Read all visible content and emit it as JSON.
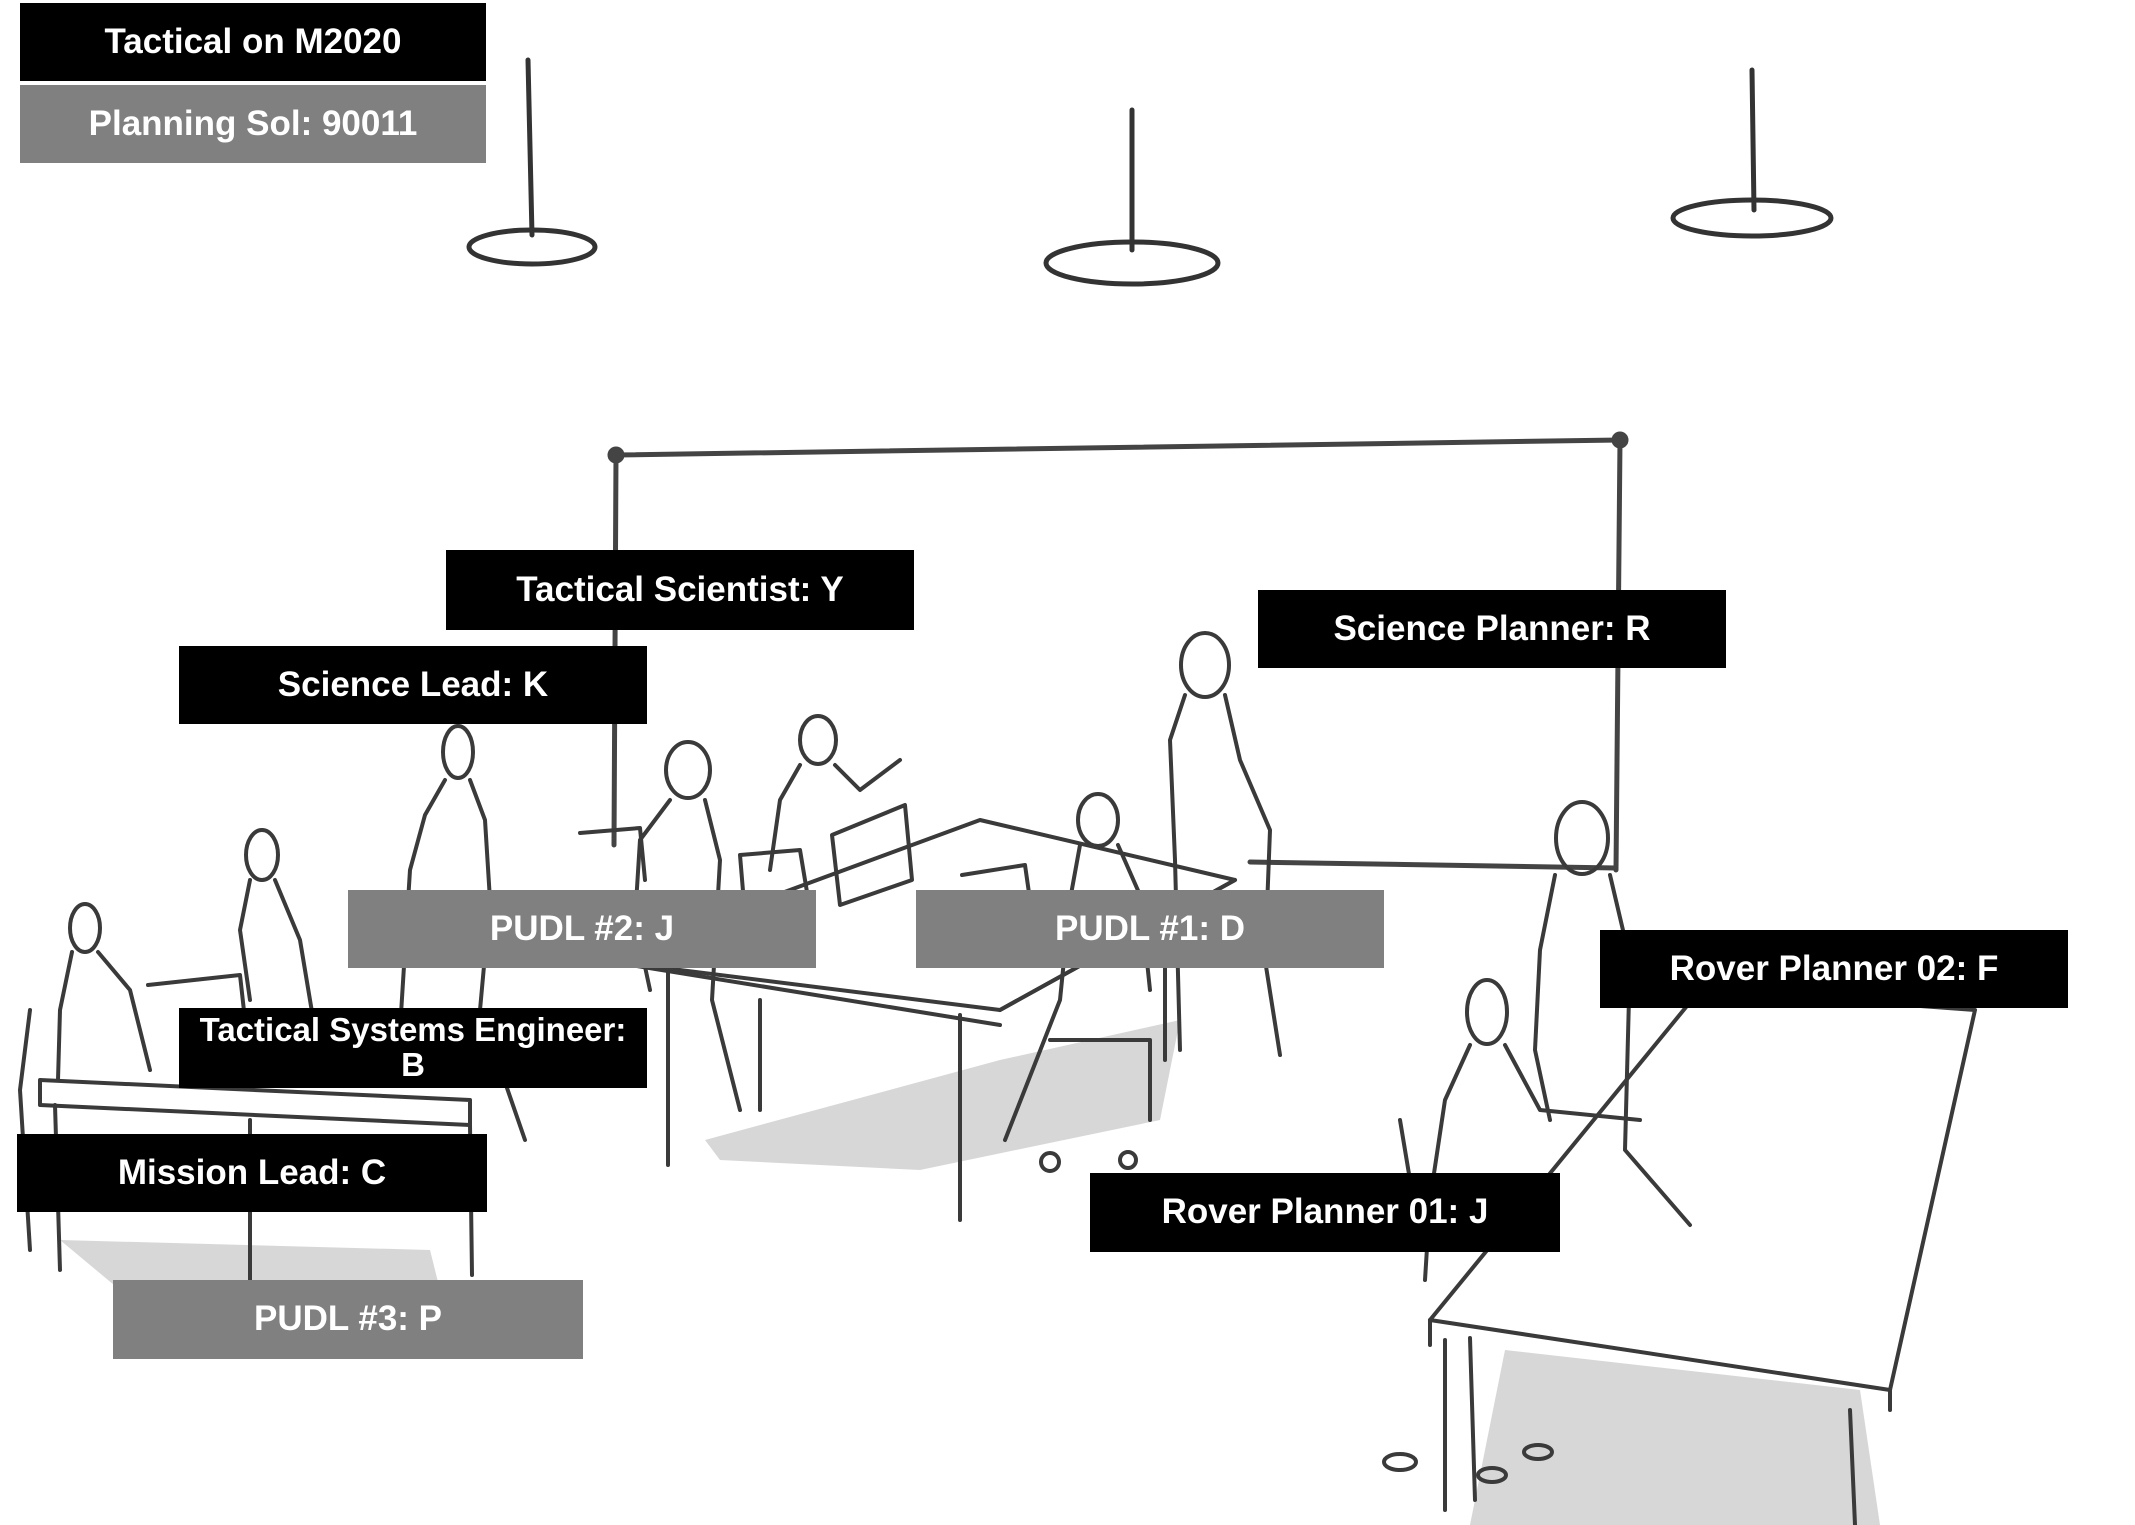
{
  "header": {
    "title": "Tactical on M2020",
    "planning_sol": "Planning Sol: 90011"
  },
  "roles": {
    "tactical_scientist": "Tactical Scientist: Y",
    "science_lead": "Science Lead: K",
    "science_planner": "Science Planner: R",
    "pudl_2": "PUDL #2: J",
    "pudl_1": "PUDL #1: D",
    "rover_planner_02": "Rover Planner 02: F",
    "tactical_systems_engineer": "Tactical Systems Engineer: B",
    "mission_lead": "Mission Lead: C",
    "rover_planner_01": "Rover Planner 01: J",
    "pudl_3": "PUDL #3: P"
  },
  "colors": {
    "primary_label_bg": "#000000",
    "secondary_label_bg": "#808080",
    "label_text": "#ffffff"
  }
}
